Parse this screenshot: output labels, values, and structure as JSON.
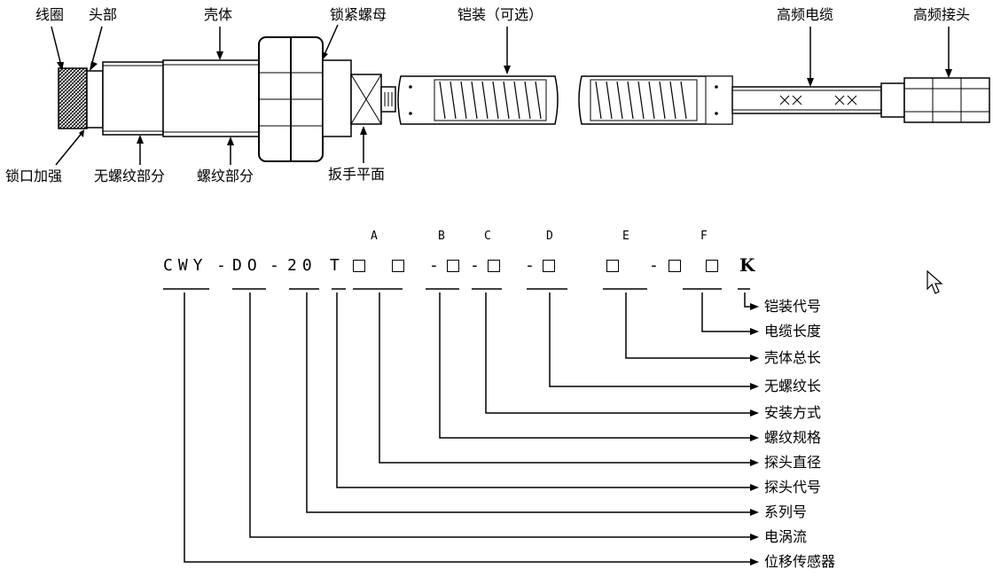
{
  "top_labels": {
    "coil": "线圈",
    "head": "头部",
    "shell": "壳体",
    "lock_nut": "锁紧螺母",
    "armor": "铠装（可选）",
    "hf_cable": "高频电缆",
    "hf_connector": "高频接头",
    "lock_reinforce": "锁口加强",
    "unthreaded": "无螺纹部分",
    "threaded": "螺纹部分",
    "wrench_flat": "扳手平面"
  },
  "model": {
    "prefix": "CWY-DO-20T",
    "seg_cwy": "CWY",
    "dash1": "-",
    "seg_do": "DO",
    "dash2": "-",
    "seg_20": "20",
    "seg_t": "T",
    "dash": "-",
    "k": "K",
    "slot_letters": [
      "A",
      "B",
      "C",
      "D",
      "E",
      "F"
    ]
  },
  "legend": [
    "铠装代号",
    "电缆长度",
    "壳体总长",
    "无螺纹长",
    "安装方式",
    "螺纹规格",
    "探头直径",
    "探头代号",
    "系列号",
    "电涡流",
    "位移传感器"
  ],
  "icons": {
    "cursor": "arrow-cursor-icon"
  }
}
